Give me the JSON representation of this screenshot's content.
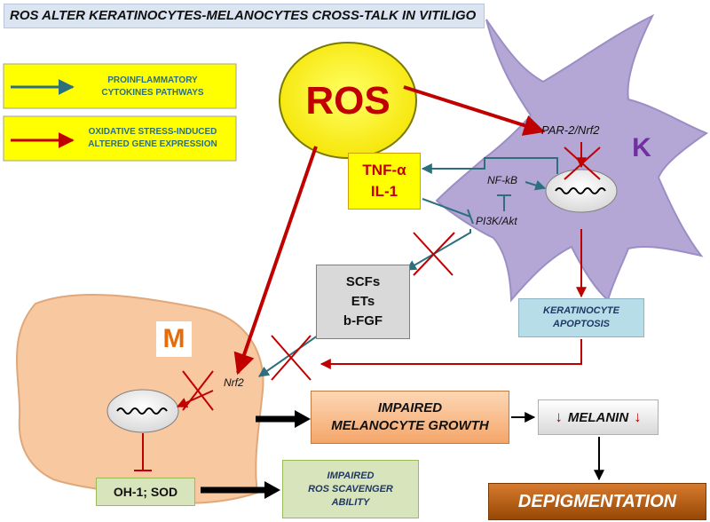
{
  "title": "ROS ALTER KERATINOCYTES-MELANOCYTES CROSS-TALK IN VITILIGO",
  "legend": {
    "cytokine_line1": "PROINFLAMMATORY",
    "cytokine_line2": "CYTOKINES PATHWAYS",
    "cytokine_arrow_color": "#2e6f7e",
    "oxidative_line1": "OXIDATIVE STRESS-INDUCED",
    "oxidative_line2": "ALTERED GENE EXPRESSION",
    "oxidative_arrow_color": "#c00000"
  },
  "ros": "ROS",
  "cytokines": {
    "line1": "TNF-α",
    "line2": "IL-1"
  },
  "keratinocyte": {
    "letter": "K",
    "par2": "PAR-2/Nrf2",
    "nfkb": "NF-kB",
    "pi3k": "PI3K/Akt"
  },
  "melanocyte": {
    "letter": "M",
    "nrf2": "Nrf2"
  },
  "growth_factors": {
    "line1": "SCFs",
    "line2": "ETs",
    "line3": "b-FGF"
  },
  "apoptosis": {
    "line1": "KERATINOCYTE",
    "line2": "APOPTOSIS"
  },
  "impaired_growth": {
    "line1": "IMPAIRED",
    "line2": "MELANOCYTE GROWTH"
  },
  "melanin": {
    "label": "MELANIN",
    "down_arrow": "↓"
  },
  "ohsod": "OH-1; SOD",
  "scavenger": {
    "line1": "IMPAIRED",
    "line2": "ROS SCAVENGER",
    "line3": "ABILITY"
  },
  "depigmentation": "DEPIGMENTATION",
  "colors": {
    "keratinocyte_fill": "#b4a7d6",
    "melanocyte_fill": "#f8c8a0",
    "ros_fill": "#ffef2a",
    "red_arrow": "#c00000",
    "teal_arrow": "#2e6f7e"
  }
}
